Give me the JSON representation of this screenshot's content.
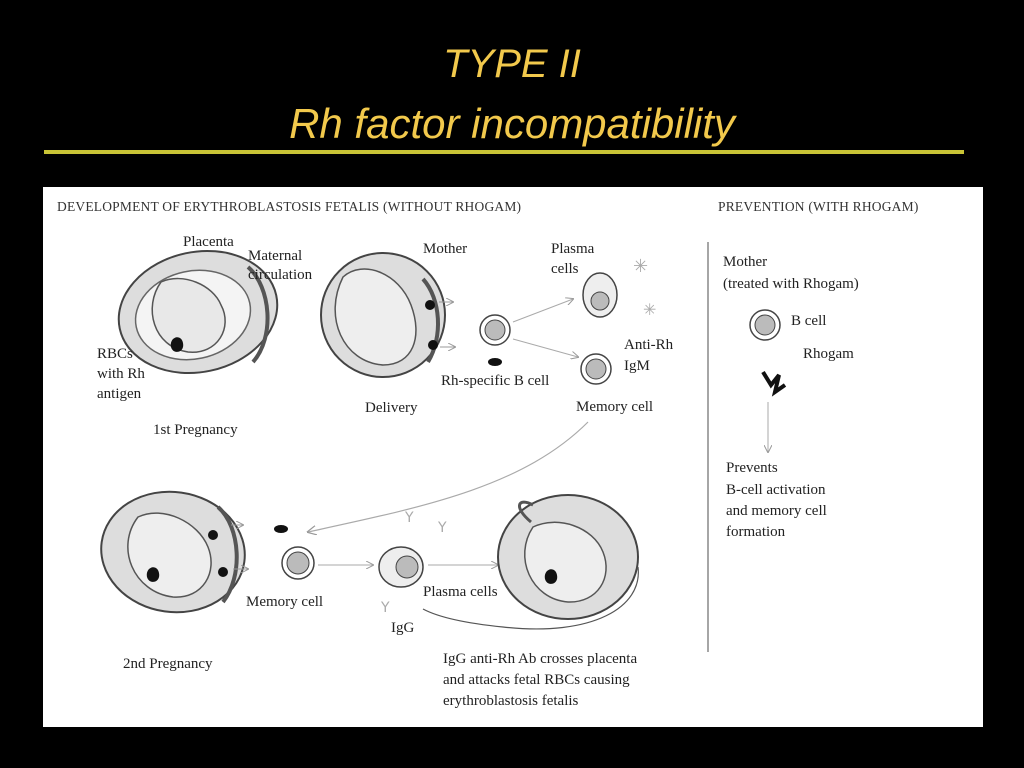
{
  "slide": {
    "title_line1": "TYPE II",
    "title_line2": "Rh factor incompatibility",
    "title_color": "#F2C94C",
    "rule_color": "#C9C436"
  },
  "diagram": {
    "header_left": "DEVELOPMENT OF ERYTHROBLASTOSIS FETALIS (WITHOUT RHOGAM)",
    "header_right": "PREVENTION (WITH RHOGAM)",
    "labels": {
      "placenta": "Placenta",
      "maternal_circulation_1": "Maternal",
      "maternal_circulation_2": "circulation",
      "rbcs_1": "RBCs",
      "rbcs_2": "with Rh",
      "rbcs_3": "antigen",
      "first_pregnancy": "1st Pregnancy",
      "mother": "Mother",
      "delivery": "Delivery",
      "plasma_cells_1": "Plasma",
      "plasma_cells_2": "cells",
      "anti_rh_1": "Anti-Rh",
      "anti_rh_2": "IgM",
      "rh_specific_b_cell": "Rh-specific B cell",
      "memory_cell_top": "Memory cell",
      "memory_cell_bottom": "Memory cell",
      "plasma_cells_bottom": "Plasma cells",
      "igg": "IgG",
      "second_pregnancy": "2nd Pregnancy",
      "igg_caption_1": "IgG anti-Rh Ab crosses placenta",
      "igg_caption_2": "and attacks fetal RBCs causing",
      "igg_caption_3": "erythroblastosis fetalis",
      "mother_treated_1": "Mother",
      "mother_treated_2": "(treated with Rhogam)",
      "b_cell": "B cell",
      "rhogam": "Rhogam",
      "prevents_1": "Prevents",
      "prevents_2": "B-cell activation",
      "prevents_3": "and memory cell",
      "prevents_4": "formation"
    }
  }
}
